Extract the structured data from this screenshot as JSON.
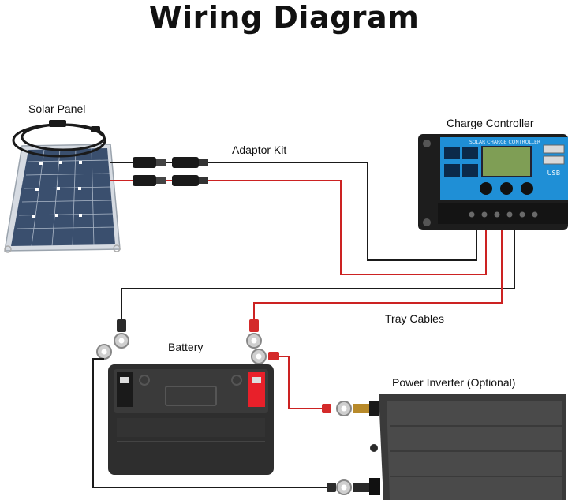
{
  "title": "Wiring Diagram",
  "labels": {
    "solar_panel": "Solar Panel",
    "adaptor_kit": "Adaptor Kit",
    "charge_controller": "Charge Controller",
    "battery": "Battery",
    "tray_cables": "Tray Cables",
    "power_inverter": "Power Inverter (Optional)"
  },
  "controller_screen": {
    "header": "SOLAR CHARGE CONTROLLER",
    "usb_label": "USB"
  },
  "colors": {
    "wire_positive": "#cc2222",
    "wire_negative": "#1a1a1a",
    "controller_face": "#1f8fd6",
    "battery_body": "#2e2e2e",
    "battery_positive_terminal": "#e8202a",
    "inverter_body": "#3a3a3a",
    "panel_cells": "#3a4f6e"
  }
}
